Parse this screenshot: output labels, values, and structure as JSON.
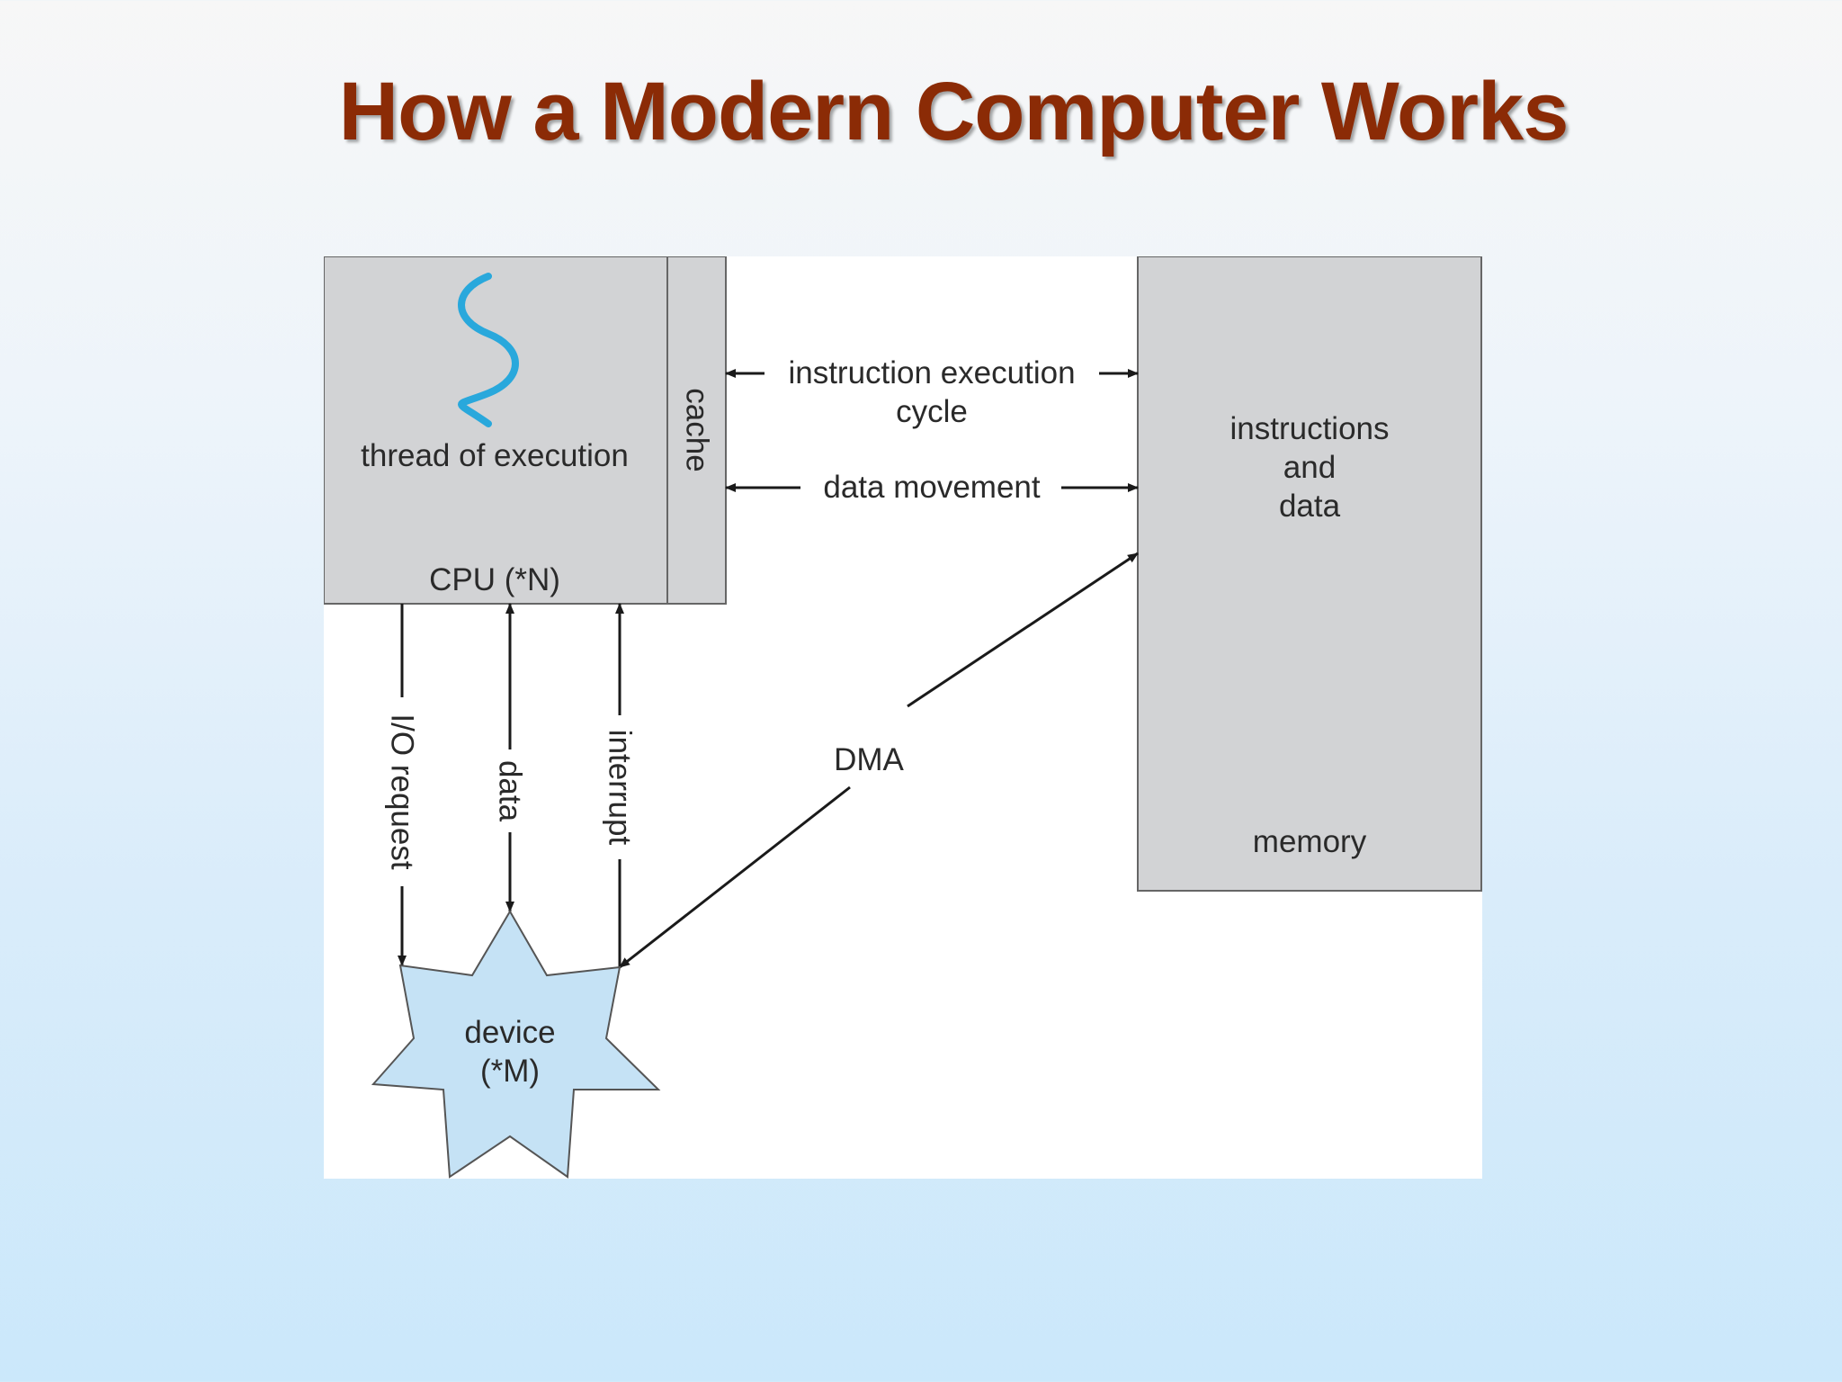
{
  "title": "How a Modern Computer Works",
  "colors": {
    "title": "#8b2b06",
    "box_fill": "#d2d3d5",
    "box_stroke": "#666666",
    "thread_squiggle": "#29a8dc",
    "device_fill": "#c5e2f5",
    "arrow": "#1a1a1a"
  },
  "cpu": {
    "thread_label": "thread of execution",
    "cpu_label": "CPU (*N)",
    "cache_label": "cache",
    "thread_icon": "squiggle-thread-icon"
  },
  "memory": {
    "content_lines": [
      "instructions",
      "and",
      "data"
    ],
    "label": "memory"
  },
  "device": {
    "line1": "device",
    "line2": "(*M)",
    "shape": "seven-point-star"
  },
  "connections": {
    "instruction_cycle_line1": "instruction execution",
    "instruction_cycle_line2": "cycle",
    "data_movement": "data movement",
    "dma": "DMA",
    "io_request": "I/O request",
    "data": "data",
    "interrupt": "interrupt"
  }
}
